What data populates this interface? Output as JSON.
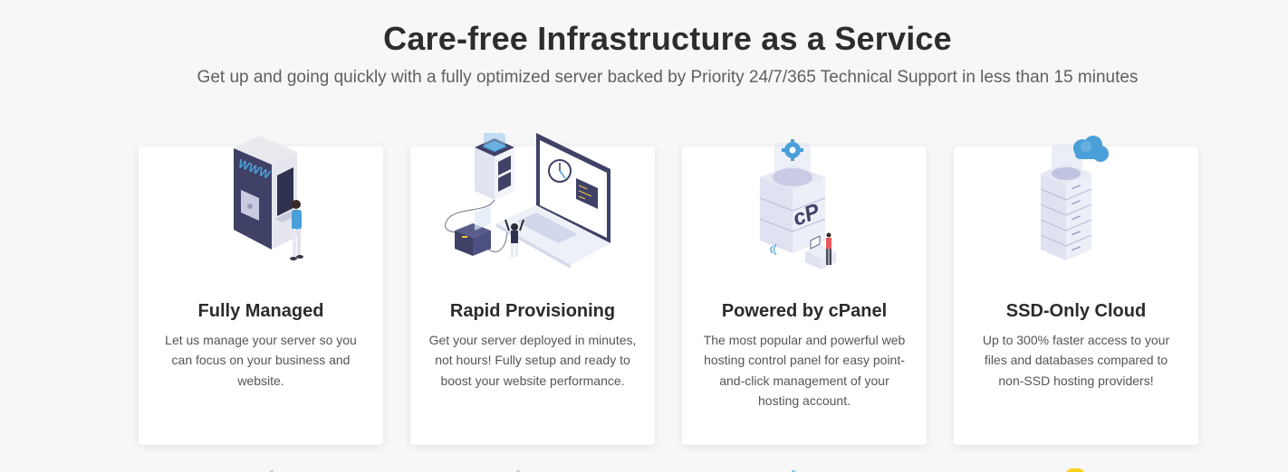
{
  "section": {
    "heading": "Care-free Infrastructure as a Service",
    "subheading": "Get up and going quickly with a fully optimized server backed by Priority 24/7/365 Technical Support in less than 15 minutes"
  },
  "cards": [
    {
      "icon": "server-www-illustration",
      "title": "Fully Managed",
      "description": "Let us manage your server so you can focus on your business and website."
    },
    {
      "icon": "laptop-provisioning-illustration",
      "title": "Rapid Provisioning",
      "description": "Get your server deployed in minutes, not hours! Fully setup and ready to boost your website performance."
    },
    {
      "icon": "cpanel-server-illustration",
      "title": "Powered by cPanel",
      "description": "The most popular and powerful web hosting control panel for easy point-and-click management of your hosting account."
    },
    {
      "icon": "ssd-cloud-illustration",
      "title": "SSD-Only Cloud",
      "description": "Up to 300% faster access to your files and databases compared to non-SSD hosting providers!"
    }
  ],
  "illustration_text": {
    "www_label": "WWW",
    "cpanel_logo": "cP"
  },
  "colors": {
    "background": "#f7f7f7",
    "card": "#ffffff",
    "heading": "#2d2d2d",
    "body_text": "#555555",
    "accent_blue": "#4a9fd8",
    "dark_navy": "#3f4167",
    "light_lavender": "#dde0f0",
    "accent_yellow": "#f5d320"
  }
}
